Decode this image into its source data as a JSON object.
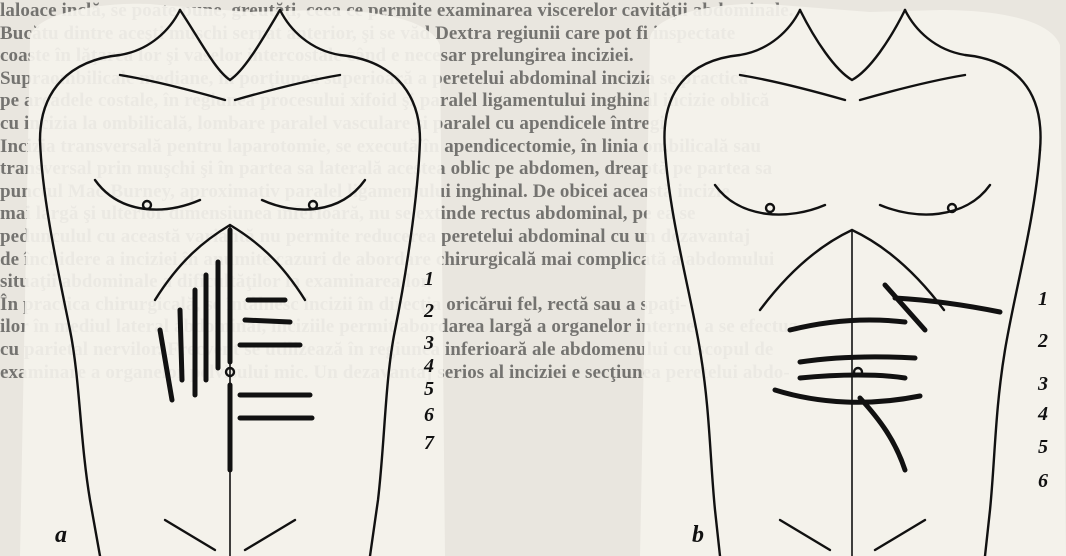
{
  "background_text": [
    "laloace inclă, se poate pune, greutăţi, ceea ce permite examinarea viscerelor cavităţii abdominale.",
    "Bucătu dintre aceşti muşchi serrat anterior, şi se văd Dextra regiunii care pot fi inspectate",
    "coaste în lăţarea lor şi vaselor intercostale când e necesar prelungirea inciziei.",
    "Supraombilicale mediane, în porţiunea superioară a peretelui abdominal incizia se practică",
    "pe arcadele costale, în regiunea procesului xifoid şi paralel ligamentului inghinal incizie oblică",
    "cu incizia la ombilicală, lombare paralel vasculare şi paralel cu apendicele întregi",
    "Incizia transversală pentru laparotomie, se execută în apendicectomie, în linia ombilicală sau",
    "transversal prin muşchi şi în partea sa laterală acestea oblic pe abdomen, dreaptă pe partea sa",
    "punctul Mac-Burney, aproximativ paralel ligamentului inghinal. De obicei această incizie",
    "mai largă şi ulterior dimensiunea inferioară, nu se extinde rectus abdominal, pe ea se",
    "pedunculul cu această variantă nu permite reducerea peretelui abdominal cu un dezavantaj",
    "de închidere a inciziei în anumite cazuri de abordare chirurgicală mai complicată a abdomului",
    "situaţii abdominale a dificultăţilor la examinarea lor.",
    "În practica chirurgicală, se întâlnesc incizii în direcţia oricărui fel, rectă sau a spaţi-",
    "ilor în mediul lateral abdominal, inciziile permit abordarea largă a organelor interne, a se efectua",
    "cu parietal nervilor. Frecvent se utilizează în regiunea inferioară ale abdomenului cu scopul de",
    "examinare a organelor pelvisului mic. Un dezavantaj serios al inciziei e secţiunea peretelui abdo-"
  ],
  "figure": {
    "panel_a": {
      "label": "a",
      "numbers": [
        "1",
        "2",
        "3",
        "4",
        "5",
        "6",
        "7"
      ]
    },
    "panel_b": {
      "label": "b",
      "numbers": [
        "1",
        "2",
        "3",
        "4",
        "5",
        "6"
      ]
    }
  },
  "colors": {
    "paper": "#e9e6df",
    "ink": "#111111",
    "fig_bg": "#f5f3ee"
  }
}
